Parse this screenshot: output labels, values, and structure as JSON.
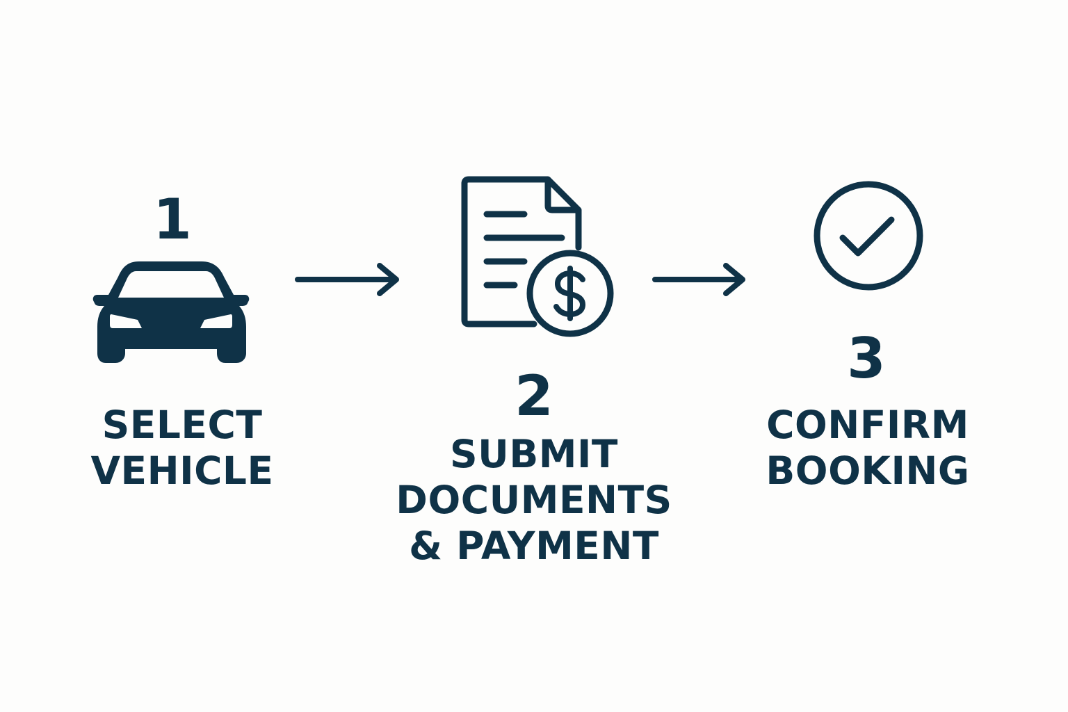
{
  "colors": {
    "ink": "#0f3247",
    "background": "#fdfdfc"
  },
  "steps": [
    {
      "number": "1",
      "label_lines": [
        "SELECT",
        "VEHICLE"
      ],
      "icon": "car-icon"
    },
    {
      "number": "2",
      "label_lines": [
        "SUBMIT",
        "DOCUMENTS",
        "& PAYMENT"
      ],
      "icon": "document-dollar-icon"
    },
    {
      "number": "3",
      "label_lines": [
        "CONFIRM",
        "BOOKING"
      ],
      "icon": "check-circle-icon"
    }
  ],
  "connectors": [
    "arrow-right-icon",
    "arrow-right-icon"
  ]
}
